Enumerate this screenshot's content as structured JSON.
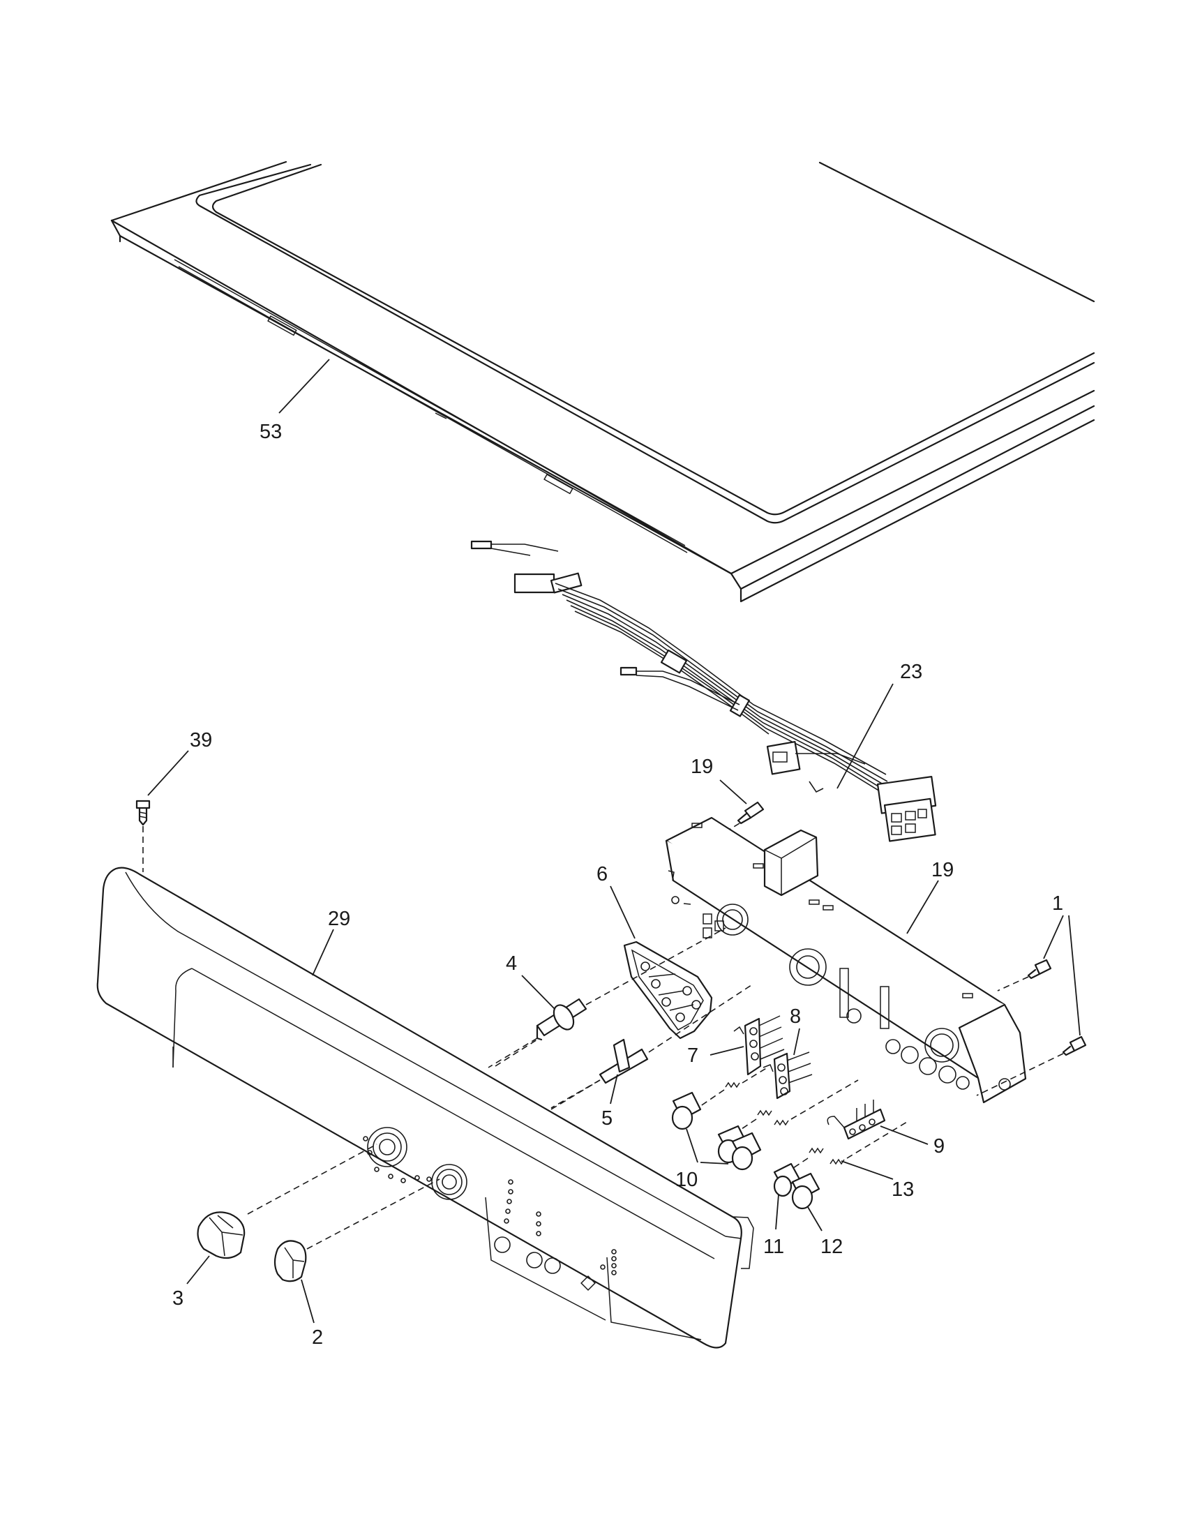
{
  "callouts": [
    {
      "id": "53",
      "text": "53"
    },
    {
      "id": "23",
      "text": "23"
    },
    {
      "id": "39",
      "text": "39"
    },
    {
      "id": "19a",
      "text": "19"
    },
    {
      "id": "6",
      "text": "6"
    },
    {
      "id": "1",
      "text": "1"
    },
    {
      "id": "19b",
      "text": "19"
    },
    {
      "id": "29",
      "text": "29"
    },
    {
      "id": "4",
      "text": "4"
    },
    {
      "id": "8",
      "text": "8"
    },
    {
      "id": "7",
      "text": "7"
    },
    {
      "id": "5",
      "text": "5"
    },
    {
      "id": "9",
      "text": "9"
    },
    {
      "id": "10",
      "text": "10"
    },
    {
      "id": "13",
      "text": "13"
    },
    {
      "id": "11",
      "text": "11"
    },
    {
      "id": "12",
      "text": "12"
    },
    {
      "id": "3",
      "text": "3"
    },
    {
      "id": "2",
      "text": "2"
    }
  ]
}
